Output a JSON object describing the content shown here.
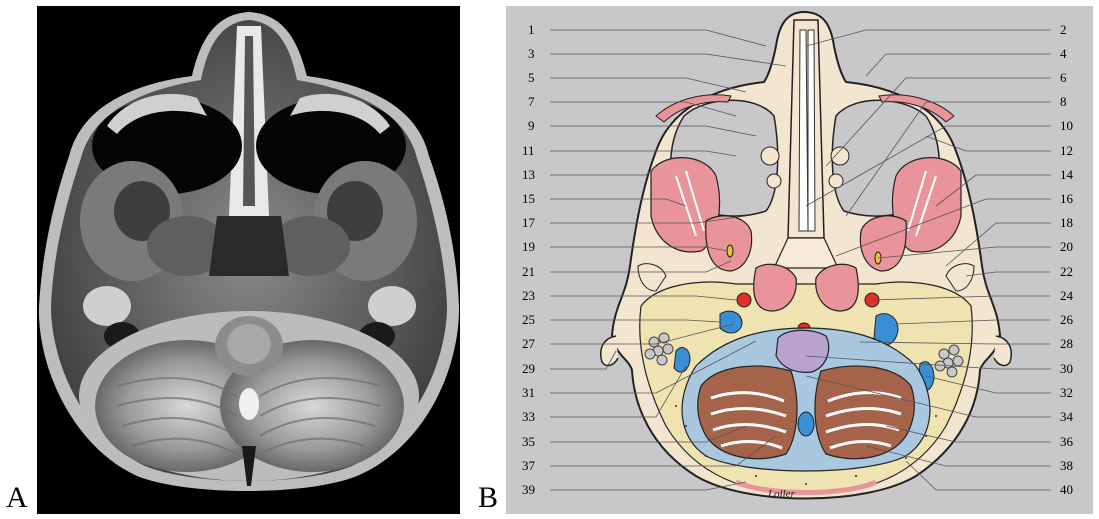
{
  "panels": {
    "a_letter": "A",
    "b_letter": "B"
  },
  "left_labels": [
    "1",
    "3",
    "5",
    "7",
    "9",
    "11",
    "13",
    "15",
    "17",
    "19",
    "21",
    "23",
    "25",
    "27",
    "29",
    "31",
    "33",
    "35",
    "37",
    "39"
  ],
  "right_labels": [
    "2",
    "4",
    "6",
    "8",
    "10",
    "12",
    "14",
    "16",
    "18",
    "20",
    "22",
    "24",
    "26",
    "28",
    "30",
    "32",
    "34",
    "36",
    "38",
    "40"
  ],
  "signature": "Loller",
  "colors": {
    "background_gray": "#c8c8cb",
    "bone": "#f3e5cf",
    "muscle": "#e8949a",
    "cerebellum": "#a5634a",
    "csf": "#a9c8e0",
    "brainstem": "#b9a2cf",
    "vein": "#3a8fd4",
    "artery": "#e03028",
    "nerve": "#e8c23a"
  },
  "icons": {
    "mri": "mri-axial-brain-image",
    "diagram": "anatomical-schematic-illustration"
  }
}
